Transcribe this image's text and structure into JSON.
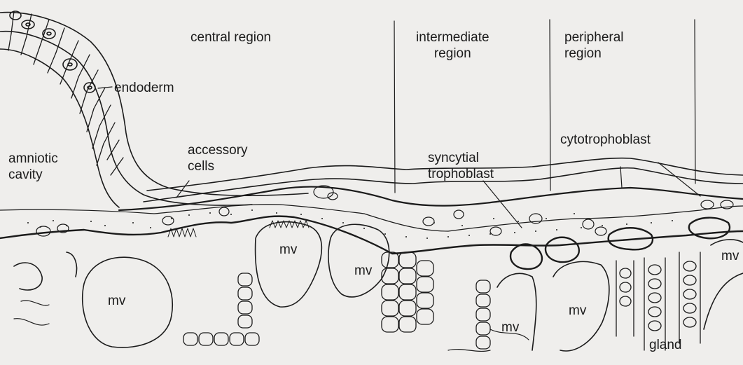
{
  "labels": {
    "central_region": "central region",
    "intermediate_region": "intermediate\nregion",
    "peripheral_region": "peripheral\nregion",
    "endoderm": "endoderm",
    "amniotic_cavity": "amniotic\ncavity",
    "accessory_cells": "accessory\ncells",
    "syncytial_trophoblast": "syncytial\ntrophoblast",
    "cytotrophoblast": "cytotrophoblast",
    "gland": "gland",
    "mv": "mv"
  },
  "colors": {
    "ink": "#1b1b1b",
    "background": "#efeeec"
  }
}
